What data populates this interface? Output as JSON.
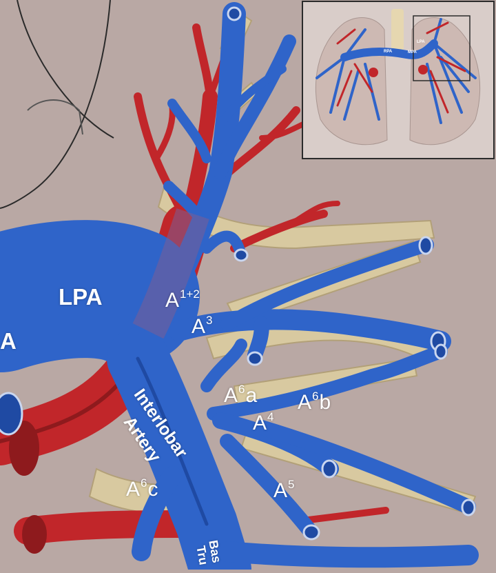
{
  "labels": {
    "lpa": "LPA",
    "a_left": "A",
    "a12_base": "A",
    "a12_sup": "1+2",
    "a3_base": "A",
    "a3_sup": "3",
    "a6a_base": "A",
    "a6a_sup": "6",
    "a6a_suffix": "a",
    "a6b_base": "A",
    "a6b_sup": "6",
    "a6b_suffix": "b",
    "a4_base": "A",
    "a4_sup": "4",
    "a5_base": "A",
    "a5_sup": "5",
    "a6c_base": "A",
    "a6c_sup": "6",
    "a6c_suffix": "c",
    "interlobar_1": "Interlobar",
    "interlobar_2": "Artery",
    "basal_1": "Bas",
    "basal_2": "Tru"
  },
  "inset": {
    "rpa_label": "RPA",
    "mpa_label": "MPA",
    "lpa_label": "LPA"
  },
  "colors": {
    "background": "#b9a8a4",
    "artery_blue": "#2f64c9",
    "artery_blue_dark": "#1f4aa3",
    "vein_red": "#c1262a",
    "vein_red_dark": "#8e1a1d",
    "bronchus": "#d8c9a0",
    "label": "#ffffff"
  }
}
